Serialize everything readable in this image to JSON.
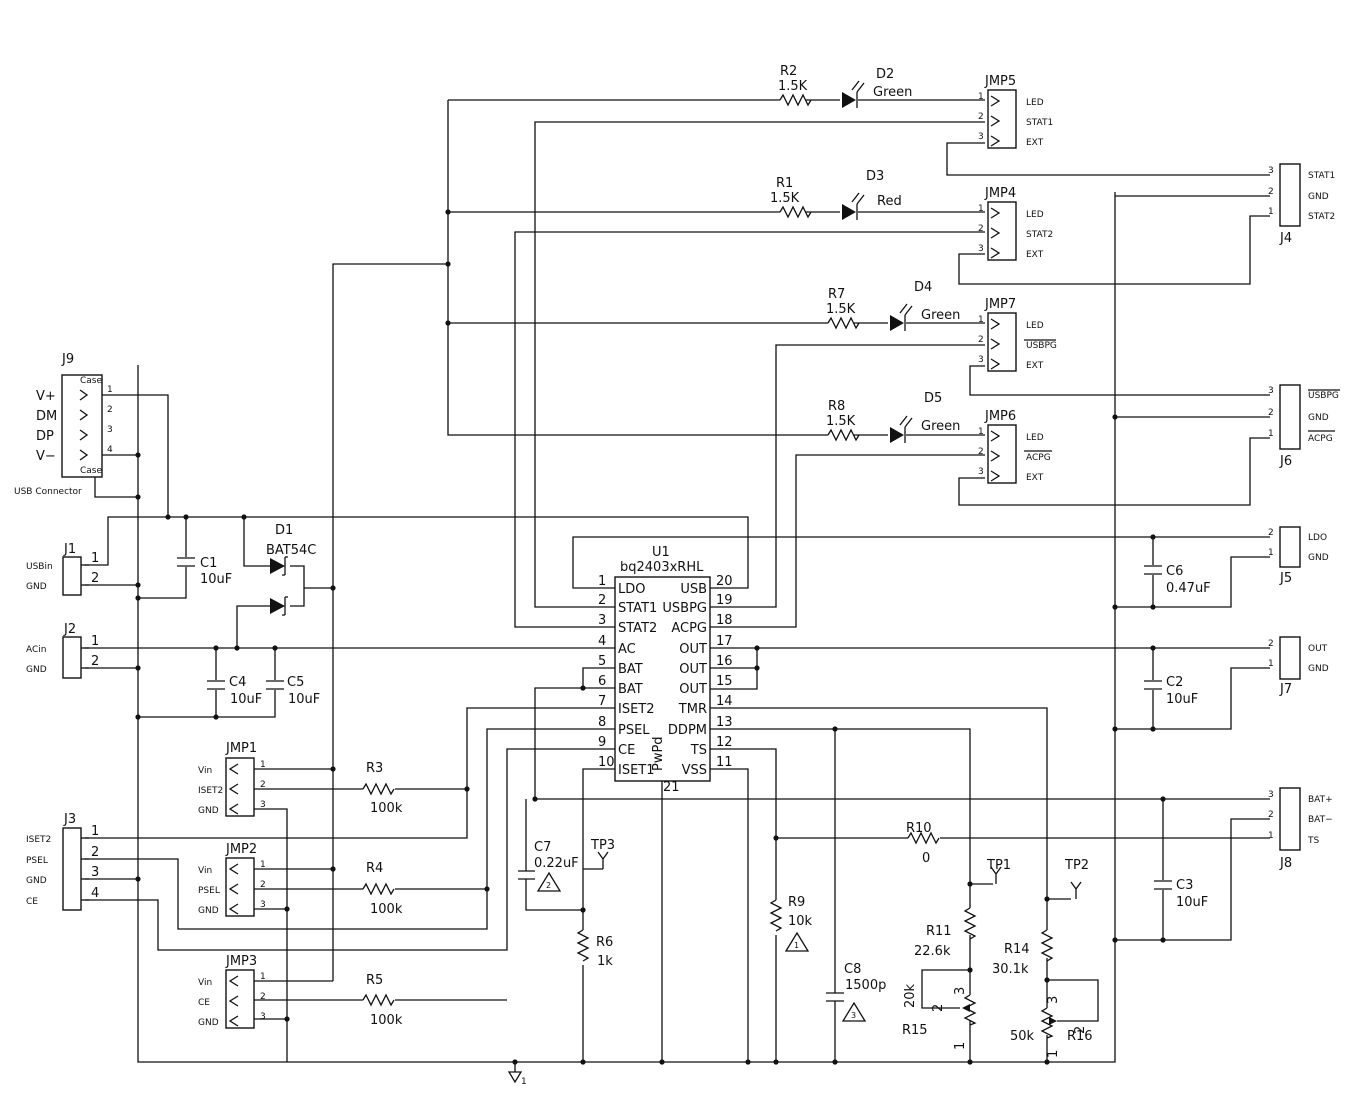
{
  "ic": {
    "ref": "U1",
    "part": "bq2403xRHL",
    "pad_label": "PwPd",
    "pad_pin": "21",
    "left_pins": [
      {
        "num": "1",
        "name": "LDO"
      },
      {
        "num": "2",
        "name": "STAT1"
      },
      {
        "num": "3",
        "name": "STAT2"
      },
      {
        "num": "4",
        "name": "AC"
      },
      {
        "num": "5",
        "name": "BAT"
      },
      {
        "num": "6",
        "name": "BAT"
      },
      {
        "num": "7",
        "name": "ISET2"
      },
      {
        "num": "8",
        "name": "PSEL"
      },
      {
        "num": "9",
        "name": "CE"
      },
      {
        "num": "10",
        "name": "ISET1"
      }
    ],
    "right_pins": [
      {
        "num": "20",
        "name": "USB"
      },
      {
        "num": "19",
        "name": "USBPG"
      },
      {
        "num": "18",
        "name": "ACPG"
      },
      {
        "num": "17",
        "name": "OUT"
      },
      {
        "num": "16",
        "name": "OUT"
      },
      {
        "num": "15",
        "name": "OUT"
      },
      {
        "num": "14",
        "name": "TMR"
      },
      {
        "num": "13",
        "name": "DDPM"
      },
      {
        "num": "12",
        "name": "TS"
      },
      {
        "num": "11",
        "name": "VSS"
      }
    ]
  },
  "usb": {
    "ref": "J9",
    "name": "USB Connector",
    "case": "Case",
    "signals": [
      "V+",
      "DM",
      "DP",
      "V−"
    ],
    "pins": [
      "1",
      "2",
      "3",
      "4"
    ]
  },
  "connectors": [
    {
      "ref": "J1",
      "labels": [
        "USBin",
        "GND"
      ],
      "pins": [
        "1",
        "2"
      ]
    },
    {
      "ref": "J2",
      "labels": [
        "ACin",
        "GND"
      ],
      "pins": [
        "1",
        "2"
      ]
    },
    {
      "ref": "J3",
      "labels": [
        "ISET2",
        "PSEL",
        "GND",
        "CE"
      ],
      "pins": [
        "1",
        "2",
        "3",
        "4"
      ]
    },
    {
      "ref": "J4",
      "labels": [
        "STAT1",
        "GND",
        "STAT2"
      ],
      "pins": [
        "3",
        "2",
        "1"
      ]
    },
    {
      "ref": "J6",
      "labels": [
        "USBPG",
        "GND",
        "ACPG"
      ],
      "pins": [
        "3",
        "2",
        "1"
      ]
    },
    {
      "ref": "J5",
      "labels": [
        "LDO",
        "GND"
      ],
      "pins": [
        "2",
        "1"
      ]
    },
    {
      "ref": "J7",
      "labels": [
        "OUT",
        "GND"
      ],
      "pins": [
        "2",
        "1"
      ]
    },
    {
      "ref": "J8",
      "labels": [
        "BAT+",
        "BAT−",
        "TS"
      ],
      "pins": [
        "3",
        "2",
        "1"
      ]
    }
  ],
  "jumpers": [
    {
      "ref": "JMP5",
      "labels": [
        "LED",
        "STAT1",
        "EXT"
      ]
    },
    {
      "ref": "JMP4",
      "labels": [
        "LED",
        "STAT2",
        "EXT"
      ]
    },
    {
      "ref": "JMP7",
      "labels": [
        "LED",
        "USBPG",
        "EXT"
      ]
    },
    {
      "ref": "JMP6",
      "labels": [
        "LED",
        "ACPG",
        "EXT"
      ]
    },
    {
      "ref": "JMP1",
      "labels": [
        "Vin",
        "ISET2",
        "GND"
      ]
    },
    {
      "ref": "JMP2",
      "labels": [
        "Vin",
        "PSEL",
        "GND"
      ]
    },
    {
      "ref": "JMP3",
      "labels": [
        "Vin",
        "CE",
        "GND"
      ]
    }
  ],
  "jumper_pins": [
    "1",
    "2",
    "3"
  ],
  "resistors": [
    {
      "ref": "R2",
      "value": "1.5K"
    },
    {
      "ref": "R1",
      "value": "1.5K"
    },
    {
      "ref": "R7",
      "value": "1.5K"
    },
    {
      "ref": "R8",
      "value": "1.5K"
    },
    {
      "ref": "R3",
      "value": "100k"
    },
    {
      "ref": "R4",
      "value": "100k"
    },
    {
      "ref": "R5",
      "value": "100k"
    },
    {
      "ref": "R10",
      "value": "0"
    },
    {
      "ref": "R9",
      "value": "10k"
    },
    {
      "ref": "R6",
      "value": "1k"
    },
    {
      "ref": "R11",
      "value": "22.6k"
    },
    {
      "ref": "R14",
      "value": "30.1k"
    },
    {
      "ref": "R15",
      "value": "20k"
    },
    {
      "ref": "R16",
      "value": "50k"
    }
  ],
  "leds": [
    {
      "ref": "D2",
      "color": "Green"
    },
    {
      "ref": "D3",
      "color": "Red"
    },
    {
      "ref": "D4",
      "color": "Green"
    },
    {
      "ref": "D5",
      "color": "Green"
    }
  ],
  "diode": {
    "ref": "D1",
    "part": "BAT54C"
  },
  "capacitors": [
    {
      "ref": "C1",
      "value": "10uF"
    },
    {
      "ref": "C4",
      "value": "10uF"
    },
    {
      "ref": "C5",
      "value": "10uF"
    },
    {
      "ref": "C7",
      "value": "0.22uF"
    },
    {
      "ref": "C8",
      "value": "1500p"
    },
    {
      "ref": "C6",
      "value": "0.47uF"
    },
    {
      "ref": "C2",
      "value": "10uF"
    },
    {
      "ref": "C3",
      "value": "10uF"
    }
  ],
  "testpoints": [
    "TP1",
    "TP2",
    "TP3"
  ],
  "pot_pins": [
    "1",
    "2",
    "3"
  ],
  "notes": [
    "1",
    "2",
    "3"
  ],
  "ground": {
    "label": "1"
  }
}
